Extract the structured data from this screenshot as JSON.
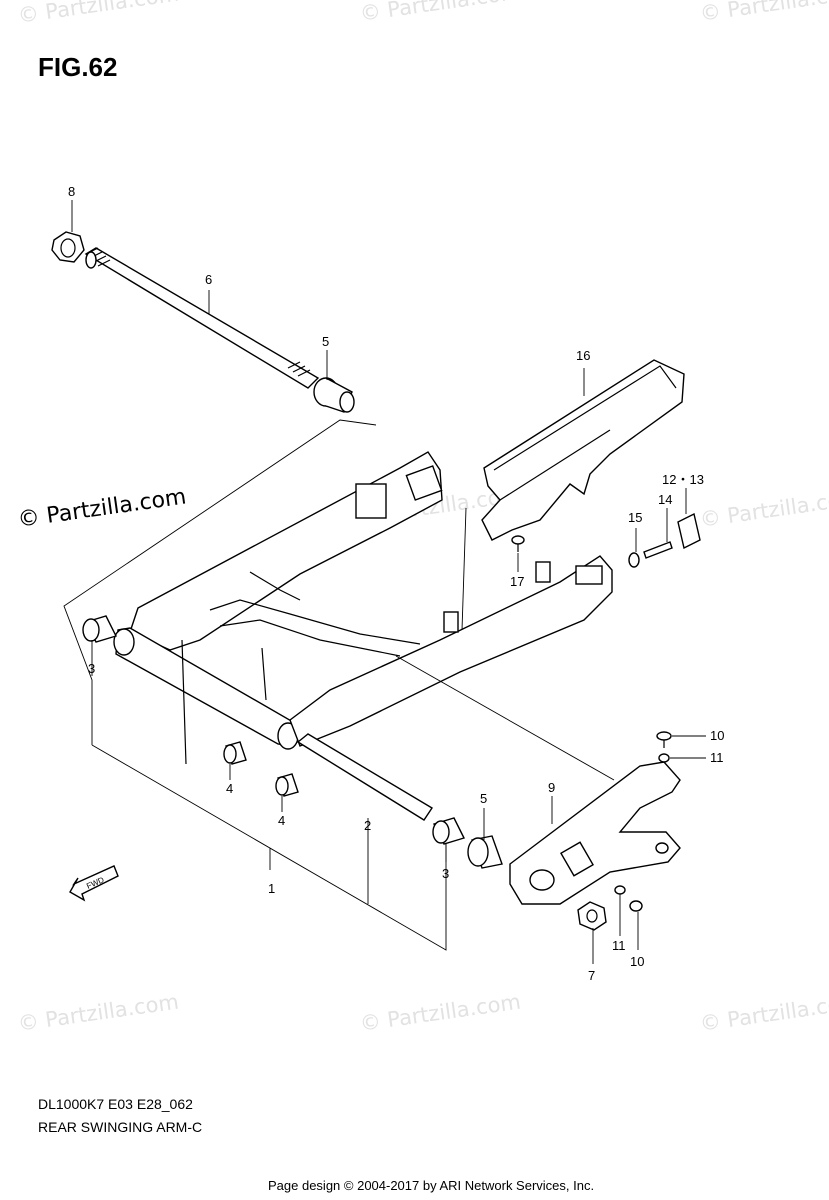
{
  "figure_title": "FIG.62",
  "watermarks": {
    "main": "© Partzilla.com",
    "faint": "© Partzilla.com"
  },
  "callouts": {
    "c1": "1",
    "c2": "2",
    "c3a": "3",
    "c3b": "3",
    "c4a": "4",
    "c4b": "4",
    "c5a": "5",
    "c5b": "5",
    "c6": "6",
    "c7": "7",
    "c8": "8",
    "c9": "9",
    "c10a": "10",
    "c10b": "10",
    "c11a": "11",
    "c11b": "11",
    "c12": "12・13",
    "c14": "14",
    "c15": "15",
    "c16": "16",
    "c17": "17"
  },
  "fwd_label": "FWD",
  "diagram_code": "DL1000K7 E03 E28_062",
  "diagram_subtitle": "REAR SWINGING ARM-C",
  "footer": "Page design © 2004-2017 by ARI Network Services, Inc."
}
